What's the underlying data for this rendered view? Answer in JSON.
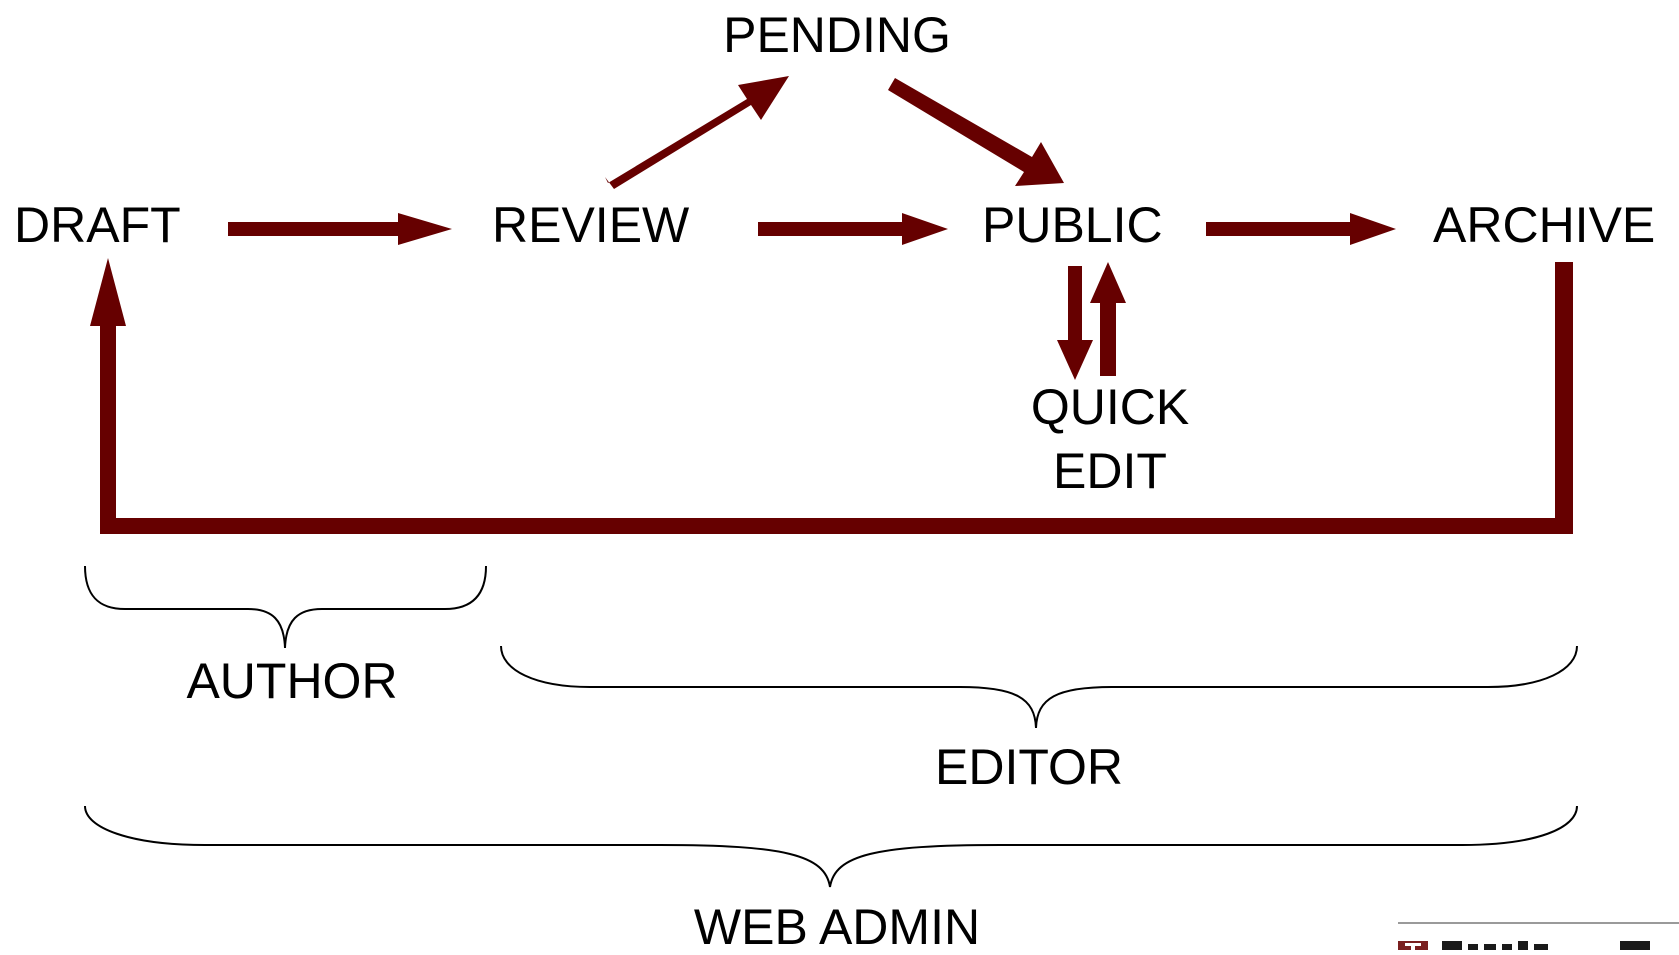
{
  "states": {
    "pending": "PENDING",
    "draft": "DRAFT",
    "review": "REVIEW",
    "public": "PUBLIC",
    "archive": "ARCHIVE",
    "quick_edit_line1": "QUICK",
    "quick_edit_line2": "EDIT"
  },
  "roles": {
    "author": "AUTHOR",
    "editor": "EDITOR",
    "web_admin": "WEB ADMIN"
  },
  "colors": {
    "arrow": "#660000",
    "text": "#000000",
    "brace": "#000000"
  },
  "footer": {
    "logo_icon": "university-logo-icon"
  }
}
